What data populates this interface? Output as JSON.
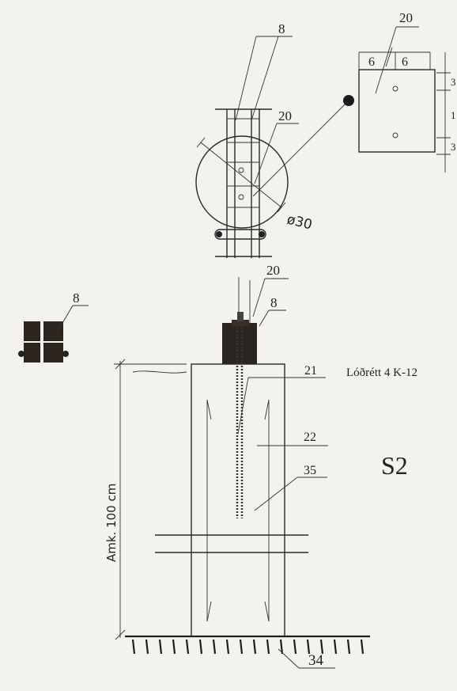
{
  "labels": {
    "plate_top": "20",
    "bolt_top": "8",
    "plate_side": "20",
    "pole_dim": "ø30",
    "plate_w_left": "6",
    "plate_w_right": "6",
    "plate_h_top": "3",
    "plate_h_mid": "1",
    "plate_h_bot": "3",
    "washer_left": "8",
    "plate_elev": "20",
    "bolt_elev": "8",
    "rebar_note": "Lóðrétt 4 K-12",
    "anchor_rod": "21",
    "rebar": "22",
    "concrete": "35",
    "depth_dim": "Amk. 100 cm",
    "ground": "34",
    "title": "S2"
  }
}
